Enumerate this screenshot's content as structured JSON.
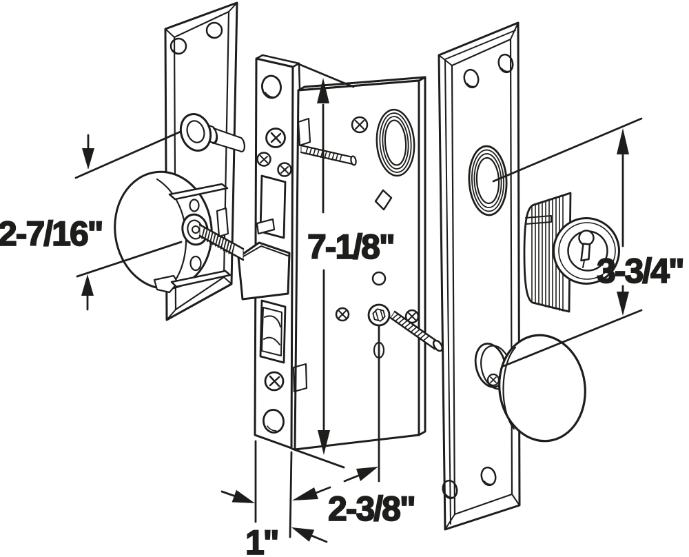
{
  "diagram": {
    "type": "technical line drawing",
    "subject": "mortise lock set with interior escutcheon, lock body, exterior escutcheon, knob and cylinder",
    "background_color": "#ffffff",
    "line_color": "#1d1d1b",
    "label_color": "#1d1d1b"
  },
  "labels": {
    "left_backset": "2-7/16\"",
    "lock_height": "7-1/8\"",
    "cylinder_to_knob": "3-3/4\"",
    "backset": "2-3/8\"",
    "faceplate_width": "1\""
  },
  "components": {
    "left_group": [
      "interior knob",
      "interior escutcheon plate",
      "thumbturn",
      "mounting posts",
      "spindle collar",
      "threaded spindle"
    ],
    "center_group": [
      "mortise lock body",
      "lock faceplate",
      "latch bolt",
      "deadbolt opening",
      "spindle hub",
      "mounting screws"
    ],
    "right_group": [
      "exterior escutcheon plate",
      "cylinder opening",
      "mortise cylinder with keyhole",
      "exterior knob",
      "set screw"
    ]
  }
}
